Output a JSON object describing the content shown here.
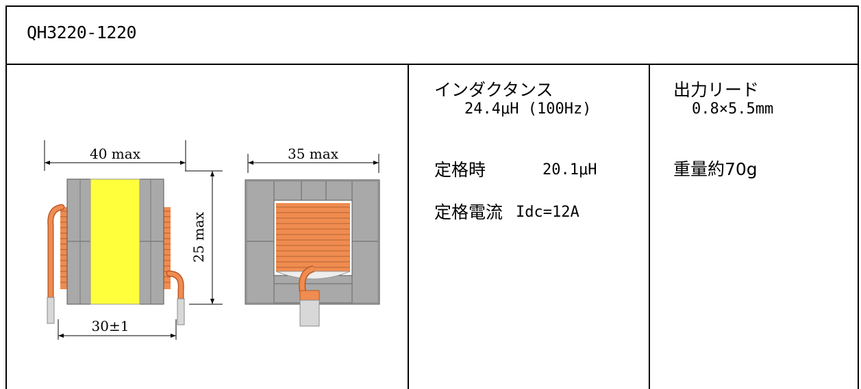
{
  "title": "QH3220-1220",
  "specs": {
    "inductance_label": "インダクタンス",
    "inductance_value": "24.4μH (100Hz)",
    "rated_label": "定格時",
    "rated_value": "20.1μH",
    "rated_current_label": "定格電流",
    "rated_current_value": "Idc=12A",
    "lead_label": "出力リード",
    "lead_value": "0.8×5.5mm",
    "weight": "重量約70g"
  },
  "drawing": {
    "dimensions": {
      "width_front": "40 max",
      "width_side": "35 max",
      "height": "25 max",
      "pin_pitch": "30±1"
    },
    "colors": {
      "core": "#a9a9a9",
      "core_dark": "#8c8c8c",
      "bobbin": "#ffff3c",
      "winding": "#f08c50",
      "winding_dark": "#b85a28",
      "pin": "#d8d8d8"
    }
  }
}
